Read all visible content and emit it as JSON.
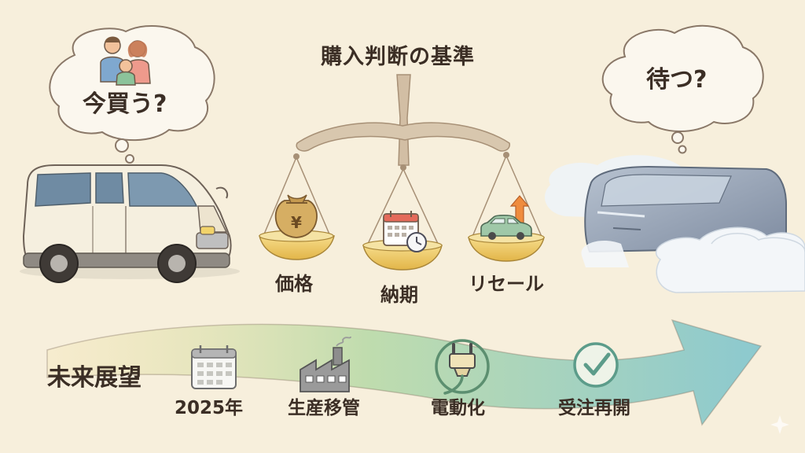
{
  "question_left": "今買う?",
  "question_right": "待つ?",
  "scale_title": "購入判断の基準",
  "scale_pans": [
    {
      "label": "価格",
      "icon": "yen-money-bag-icon"
    },
    {
      "label": "納期",
      "icon": "calendar-clock-icon"
    },
    {
      "label": "リセール",
      "icon": "car-with-up-arrow-icon"
    }
  ],
  "timeline_title": "未来展望",
  "timeline_items": [
    {
      "label": "2025年",
      "icon": "calendar-icon"
    },
    {
      "label": "生産移管",
      "icon": "factory-icon"
    },
    {
      "label": "電動化",
      "icon": "electric-plug-icon"
    },
    {
      "label": "受注再開",
      "icon": "check-circle-icon"
    }
  ],
  "yen_symbol": "¥",
  "colors": {
    "background": "#f7efdc",
    "text": "#3b2e25",
    "scale_beam": "#c9b49a",
    "pan_gold": "#e9c25a",
    "arrow_start": "#f3e2a6",
    "arrow_mid": "#bfdcae",
    "arrow_end": "#8cc9cf",
    "future_van": "#8f9db0",
    "check_green": "#5c9c8a"
  }
}
